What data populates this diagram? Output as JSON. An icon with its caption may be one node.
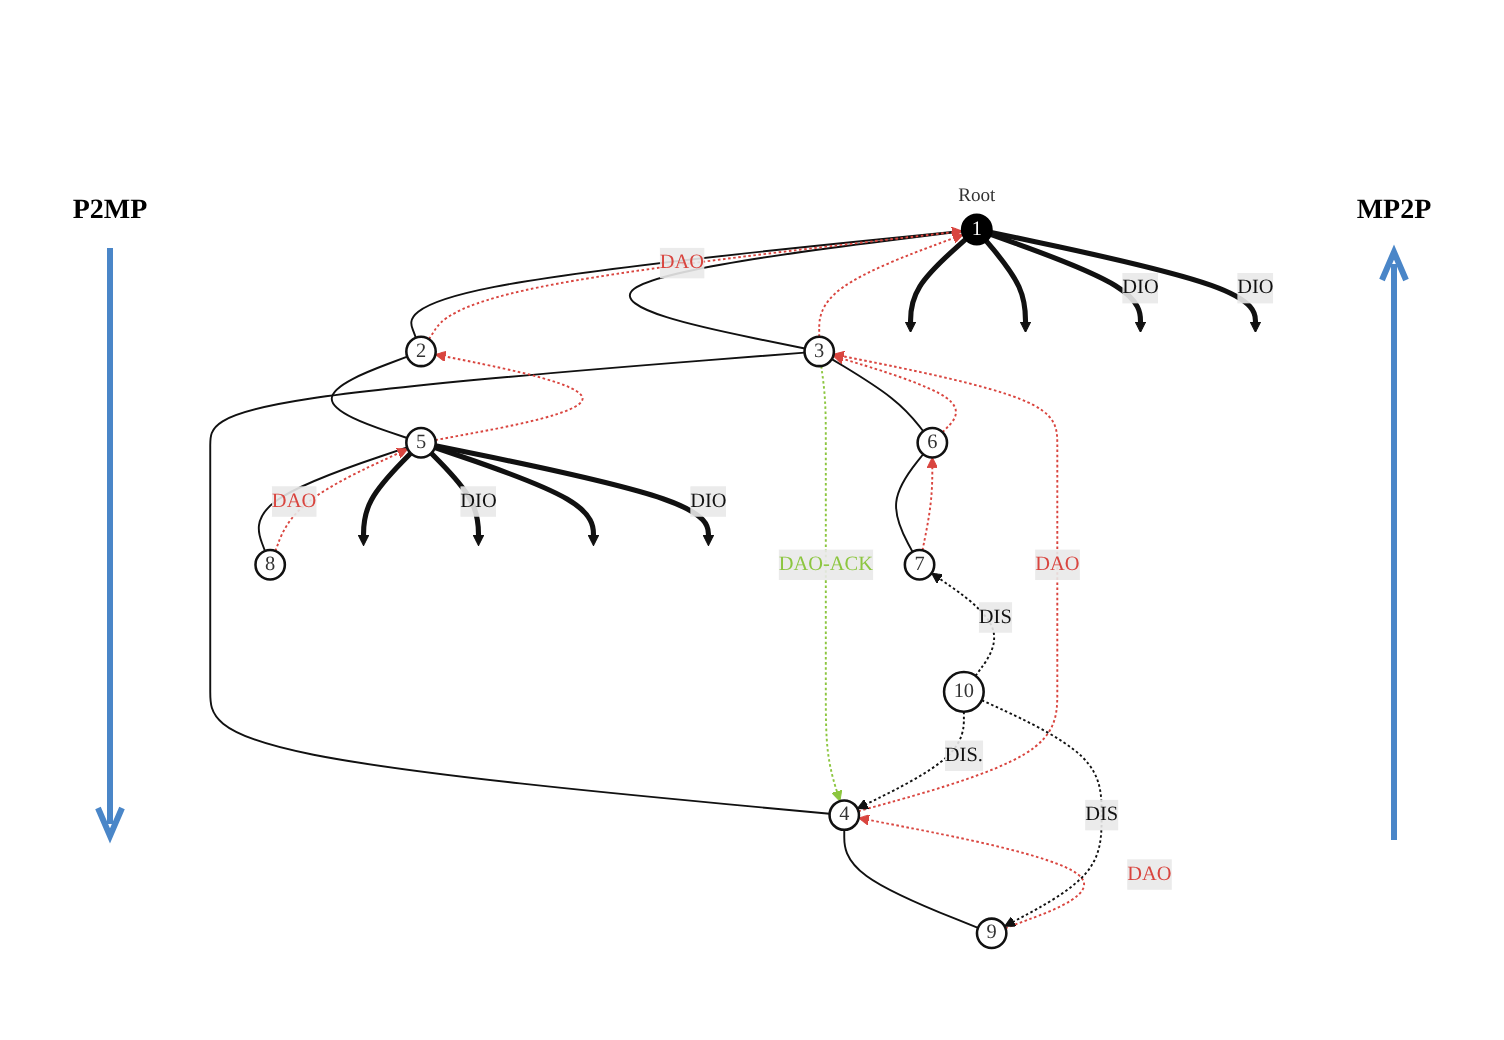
{
  "diagram": {
    "nodes": [
      {
        "text": [
          "1"
        ],
        "beside": [
          "Root"
        ]
      },
      {
        "text": [
          "2"
        ]
      },
      {
        "text": [
          "3"
        ]
      },
      {
        "text": [
          "4"
        ]
      },
      {
        "text": [
          "5"
        ]
      },
      {
        "text": [
          "6"
        ]
      },
      {
        "text": [
          "7"
        ]
      },
      {
        "text": [
          "8"
        ]
      },
      {
        "text": [
          "9"
        ]
      },
      {
        "text": [
          "10"
        ]
      }
    ],
    "edges": [
      {
        "from": 0,
        "to": 1,
        "arrow": "none"
      },
      {
        "from": 0,
        "to": 2,
        "arrow": "none"
      },
      {
        "from": 1,
        "to": 4,
        "arrow": "none"
      },
      {
        "from": 4,
        "to": 7,
        "arrow": "none"
      },
      {
        "from": 2,
        "to": 5,
        "arrow": "none"
      },
      {
        "from": 5,
        "to": 6,
        "arrow": "none"
      },
      {
        "from": 2,
        "to": 3,
        "arrow": "none"
      },
      {
        "from": 3,
        "to": 8,
        "arrow": "none"
      },
      {
        "from": 0,
        "to": null,
        "arrow": "to",
        "style": "thick"
      },
      {
        "from": 0,
        "to": null,
        "arrow": "to",
        "style": "thick"
      },
      {
        "from": 0,
        "to": null,
        "arrow": "to",
        "label": "DIO",
        "style": "thick"
      },
      {
        "from": 0,
        "to": null,
        "arrow": "to",
        "label": "DIO",
        "style": "thick"
      },
      {
        "from": 4,
        "to": null,
        "arrow": "to",
        "style": "thick"
      },
      {
        "from": 4,
        "to": null,
        "arrow": "to",
        "label": "DIO",
        "style": "thick"
      },
      {
        "from": 4,
        "to": null,
        "arrow": "to",
        "style": "thick"
      },
      {
        "from": 4,
        "to": null,
        "arrow": "to",
        "label": "DIO",
        "style": "thick"
      },
      {
        "from": 1,
        "to": 0,
        "arrow": "to",
        "label": "DAO",
        "style": "dashed",
        "color": "#d9453f"
      },
      {
        "from": 2,
        "to": 0,
        "arrow": "to",
        "style": "dashed",
        "color": "#d9453f"
      },
      {
        "from": 4,
        "to": 1,
        "arrow": "to",
        "style": "dashed",
        "color": "#d9453f"
      },
      {
        "from": 7,
        "to": 4,
        "arrow": "to",
        "label": "DAO",
        "style": "dashed",
        "color": "#d9453f"
      },
      {
        "from": 5,
        "to": 2,
        "arrow": "to",
        "style": "dashed",
        "color": "#d9453f"
      },
      {
        "from": 6,
        "to": 5,
        "arrow": "to",
        "style": "dashed",
        "color": "#d9453f"
      },
      {
        "from": 3,
        "to": 2,
        "arrow": "to",
        "label": "DAO",
        "style": "dashed",
        "color": "#d9453f"
      },
      {
        "from": 8,
        "to": 3,
        "arrow": "to",
        "label": "DAO",
        "style": "dashed",
        "color": "#d9453f"
      },
      {
        "from": 2,
        "to": 3,
        "arrow": "to",
        "label": "DAO-ACK",
        "style": "dashed",
        "color": "#8cc63f"
      },
      {
        "from": 9,
        "to": 6,
        "arrow": "to",
        "label": "DIS",
        "style": "dashed"
      },
      {
        "from": 9,
        "to": 3,
        "arrow": "to",
        "label": "DIS.",
        "style": "dashed"
      },
      {
        "from": 9,
        "to": 8,
        "arrow": "to",
        "label": "DIS",
        "style": "dashed"
      }
    ],
    "labels": [
      "P2MP",
      "MP2P"
    ]
  }
}
